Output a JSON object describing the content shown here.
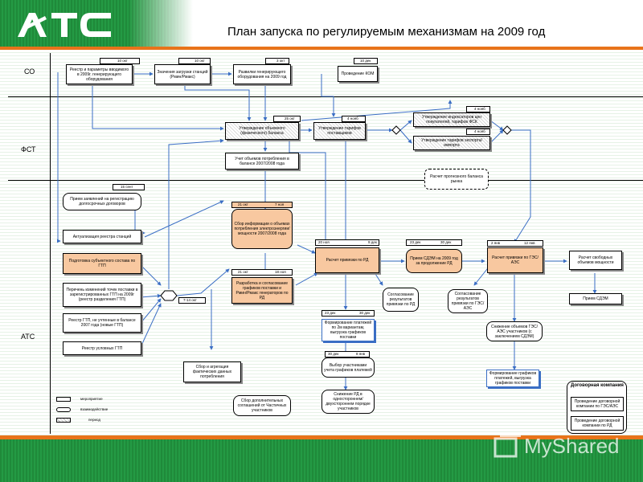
{
  "header": {
    "title": "План запуска по регулируемым механизмам на 2009 год",
    "logo_text": "ATC"
  },
  "lanes": {
    "co": "СО",
    "fst": "ФСТ",
    "ats": "АТС"
  },
  "nodes": {
    "n1": "Реестр и параметры вводимого в 2009г. генерирующего оборудования",
    "n2": "Значения загрузки станций (Pмин/Pмакс)",
    "n3": "Развилки генерирующего оборудования на 2009 год",
    "n4": "Проведение КОМ",
    "n5": "Утверждение объемного (физического) баланса",
    "n6": "Утверждение тарифов поставщиков",
    "n7": "Утверждение индексаторов цен покупателей, тарифов ФСК",
    "n8": "Утверждение тарифов экспорта/импорта",
    "n9": "Учет объемов потребления в балансе 2007/2008 года",
    "n10": "Расчет прогнозного баланса рынка",
    "n11": "Прием заявлений на регистрацию долгосрочных договоров",
    "n12": "Актуализация реестра станций",
    "n13": "Сбор информации о объемах потребления электроэнергии/мощности 2007/2008 года",
    "n14": "Подготовка субъектного состава по ГТП",
    "n15": "Перечень изменений точек поставки в зарегистрированных ГТП на 2009г (реестр разделения ГТП)",
    "n16": "Реестр ГТП, не учтенные в балансе 2007 года (новые ГТП)",
    "n17": "Реестр условных ГТП",
    "n18": "Разработка и согласование графиков поставки и Pмин/Pмакс генераторов по РД",
    "n19": "Расчет привязки по РД",
    "n20": "Прием СДЭМ на 2009 год за продолжение РД",
    "n21": "Расчет привязки по ГЭС/АЭС",
    "n22": "Расчет свободных объемов мощности",
    "n23": "Прием СДЭМ",
    "n24": "Согласование результатов привязки по РД",
    "n25": "Согласование результатов привязки по ГЭС/АЭС",
    "n26": "Формирование платежей по 2м вариантам, выгрузка графиков поставки",
    "n27": "Снижение объемов ГЭС/АЭС участников (с заключением СДЭМ)",
    "n28": "Выбор участниками учета графиков платежей",
    "n29": "Формирование графиков платежей, выгрузка графиков поставки",
    "n30": "Сбор и агрегация фактических данных потребления",
    "n31": "Снижение РД в одностороннем/ двухстороннем порядке участников",
    "n32": "Сбор дополнительных соглашений от Частичных участников",
    "n33": "Проведение договорной компании по ГЭС/АЭС",
    "n34": "Проведение договорной компании по РД"
  },
  "group": {
    "title": "Договорная компания"
  },
  "dates": {
    "d1": "10 окт",
    "d2": "10 окт",
    "d3": "3 окт",
    "d4": "10 дек",
    "d5": "25 окт",
    "d6": "4 нояб",
    "d7": "4 нояб",
    "d8": "4 нояб",
    "d9": "15 сент",
    "d10": "21 окт",
    "d11": "7 ноя",
    "d12": "21 окт",
    "d13": "18 ноя",
    "d14": "7-14 окт",
    "d15": "20 ноя",
    "d16": "9 дек",
    "d17": "23 дек",
    "d18": "30 дек",
    "d19": "2 янв",
    "d20": "12 янв",
    "d21": "23 дек",
    "d22": "30 дек",
    "d23": "30 дек",
    "d24": "8 янв"
  },
  "legend": {
    "event": "мероприятие",
    "interaction": "взаимодействие",
    "period": "период"
  },
  "watermark": "MyShared"
}
